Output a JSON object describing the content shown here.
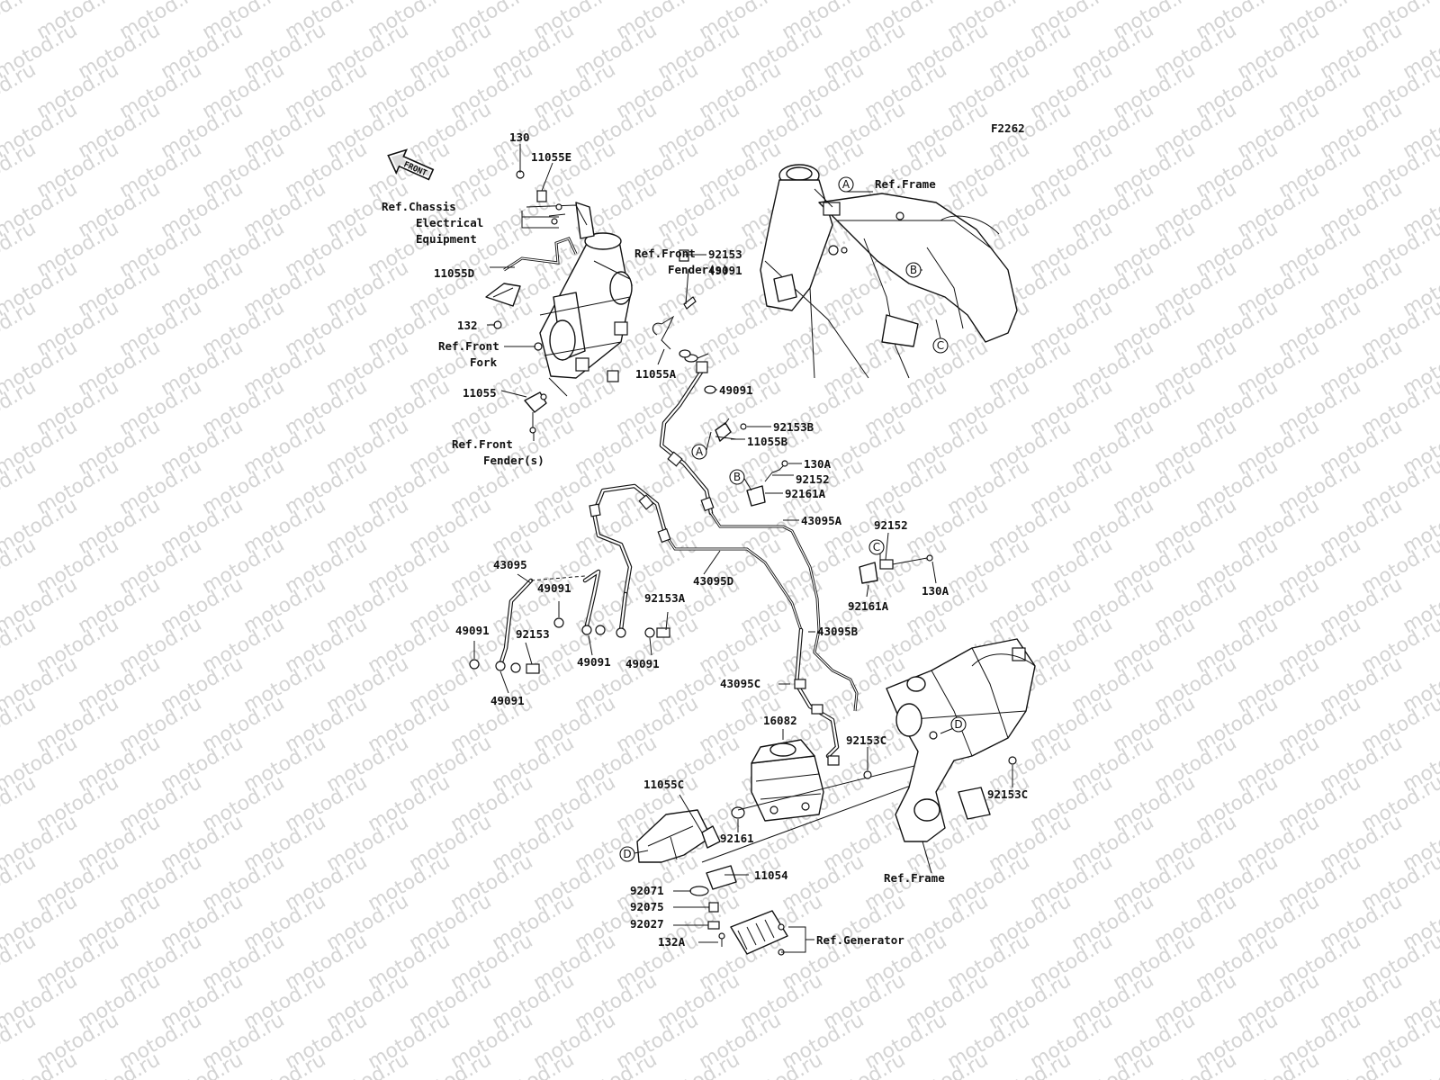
{
  "watermark": "motod.ru",
  "diagram_code": "F2262",
  "front_arrow_text": "FRONT",
  "callouts": {
    "a": "A",
    "b": "B",
    "c": "C",
    "d": "D"
  },
  "references": {
    "chassis_electrical": [
      "Ref.Chassis",
      "Electrical",
      "Equipment"
    ],
    "front_fender_upper": [
      "Ref.Front",
      "Fender(s)"
    ],
    "front_fender_lower": [
      "Ref.Front",
      "Fender(s)"
    ],
    "front_fork": [
      "Ref.Front",
      "Fork"
    ],
    "frame_upper": "Ref.Frame",
    "frame_lower": "Ref.Frame",
    "generator": "Ref.Generator"
  },
  "part_labels": [
    {
      "key": "p130",
      "text": "130"
    },
    {
      "key": "p11055e",
      "text": "11055E"
    },
    {
      "key": "p11055d",
      "text": "11055D"
    },
    {
      "key": "p132",
      "text": "132"
    },
    {
      "key": "p11055",
      "text": "11055"
    },
    {
      "key": "p92153_top",
      "text": "92153"
    },
    {
      "key": "p49091_a",
      "text": "49091"
    },
    {
      "key": "p11055a",
      "text": "11055A"
    },
    {
      "key": "p49091_b",
      "text": "49091"
    },
    {
      "key": "p92153b",
      "text": "92153B"
    },
    {
      "key": "p11055b",
      "text": "11055B"
    },
    {
      "key": "p130a_top",
      "text": "130A"
    },
    {
      "key": "p92152_top",
      "text": "92152"
    },
    {
      "key": "p92161a_top",
      "text": "92161A"
    },
    {
      "key": "p43095a",
      "text": "43095A"
    },
    {
      "key": "p92152_mid",
      "text": "92152"
    },
    {
      "key": "p92161a_mid",
      "text": "92161A"
    },
    {
      "key": "p130a_mid",
      "text": "130A"
    },
    {
      "key": "p43095",
      "text": "43095"
    },
    {
      "key": "p49091_c",
      "text": "49091"
    },
    {
      "key": "p43095d",
      "text": "43095D"
    },
    {
      "key": "p92153a",
      "text": "92153A"
    },
    {
      "key": "p49091_d",
      "text": "49091"
    },
    {
      "key": "p92153_left",
      "text": "92153"
    },
    {
      "key": "p49091_e",
      "text": "49091"
    },
    {
      "key": "p49091_f",
      "text": "49091"
    },
    {
      "key": "p49091_g",
      "text": "49091"
    },
    {
      "key": "p43095b",
      "text": "43095B"
    },
    {
      "key": "p43095c",
      "text": "43095C"
    },
    {
      "key": "p16082",
      "text": "16082"
    },
    {
      "key": "p92153c_mid",
      "text": "92153C"
    },
    {
      "key": "p92153c_right",
      "text": "92153C"
    },
    {
      "key": "p11055c",
      "text": "11055C"
    },
    {
      "key": "p92161",
      "text": "92161"
    },
    {
      "key": "p11054",
      "text": "11054"
    },
    {
      "key": "p92071",
      "text": "92071"
    },
    {
      "key": "p92075",
      "text": "92075"
    },
    {
      "key": "p92027",
      "text": "92027"
    },
    {
      "key": "p132a",
      "text": "132A"
    }
  ]
}
